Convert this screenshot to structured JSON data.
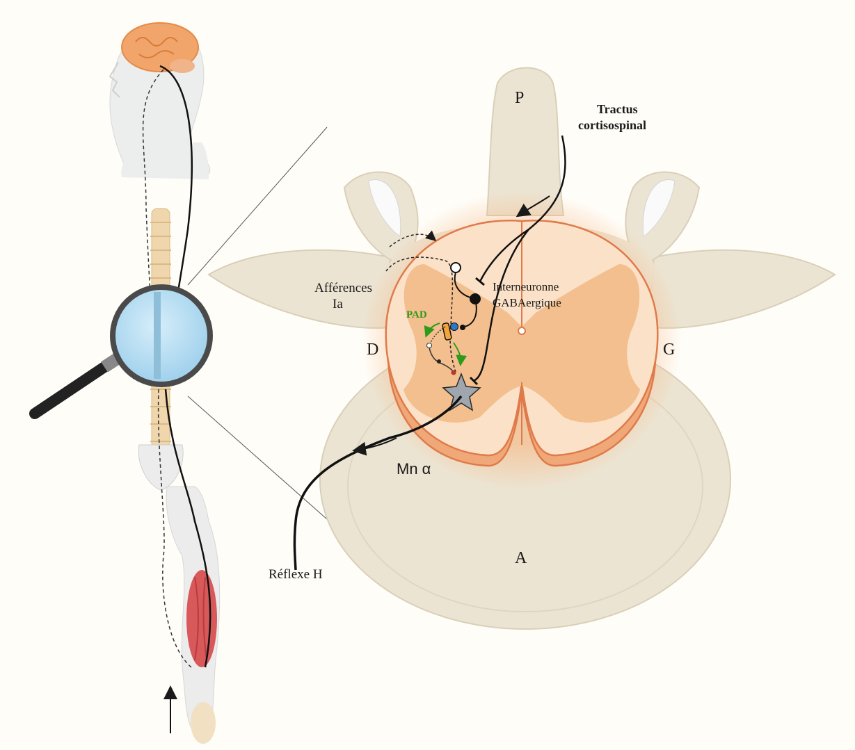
{
  "labels": {
    "posterior": "P",
    "anterior": "A",
    "left_side": "D",
    "right_side": "G",
    "tract_line1": "Tractus",
    "tract_line2": "cortisospinal",
    "afferents_line1": "Afférences",
    "afferents_line2": "Ia",
    "interneuron_line1": "Interneuronne",
    "interneuron_line2": "GABAergique",
    "pad": "PAD",
    "motoneuron": "Mn α",
    "reflex": "Réflexe H"
  },
  "colors": {
    "background": "#fefdf8",
    "vertebra": "#ece4d2",
    "vertebra_edge": "#d9cfb9",
    "cord_white_matter": "#fbe1c7",
    "cord_grey_matter": "#f3bf8e",
    "cord_outline": "#df7a4a",
    "brain": "#f2a56a",
    "muscle": "#d9585a",
    "lens": "#bfe3f5",
    "pad_arrow": "#2e9a1c",
    "interneuron_terminal": "#f3a53a",
    "synapse_blue": "#2f76c8",
    "synapse_red": "#b23a2a"
  }
}
